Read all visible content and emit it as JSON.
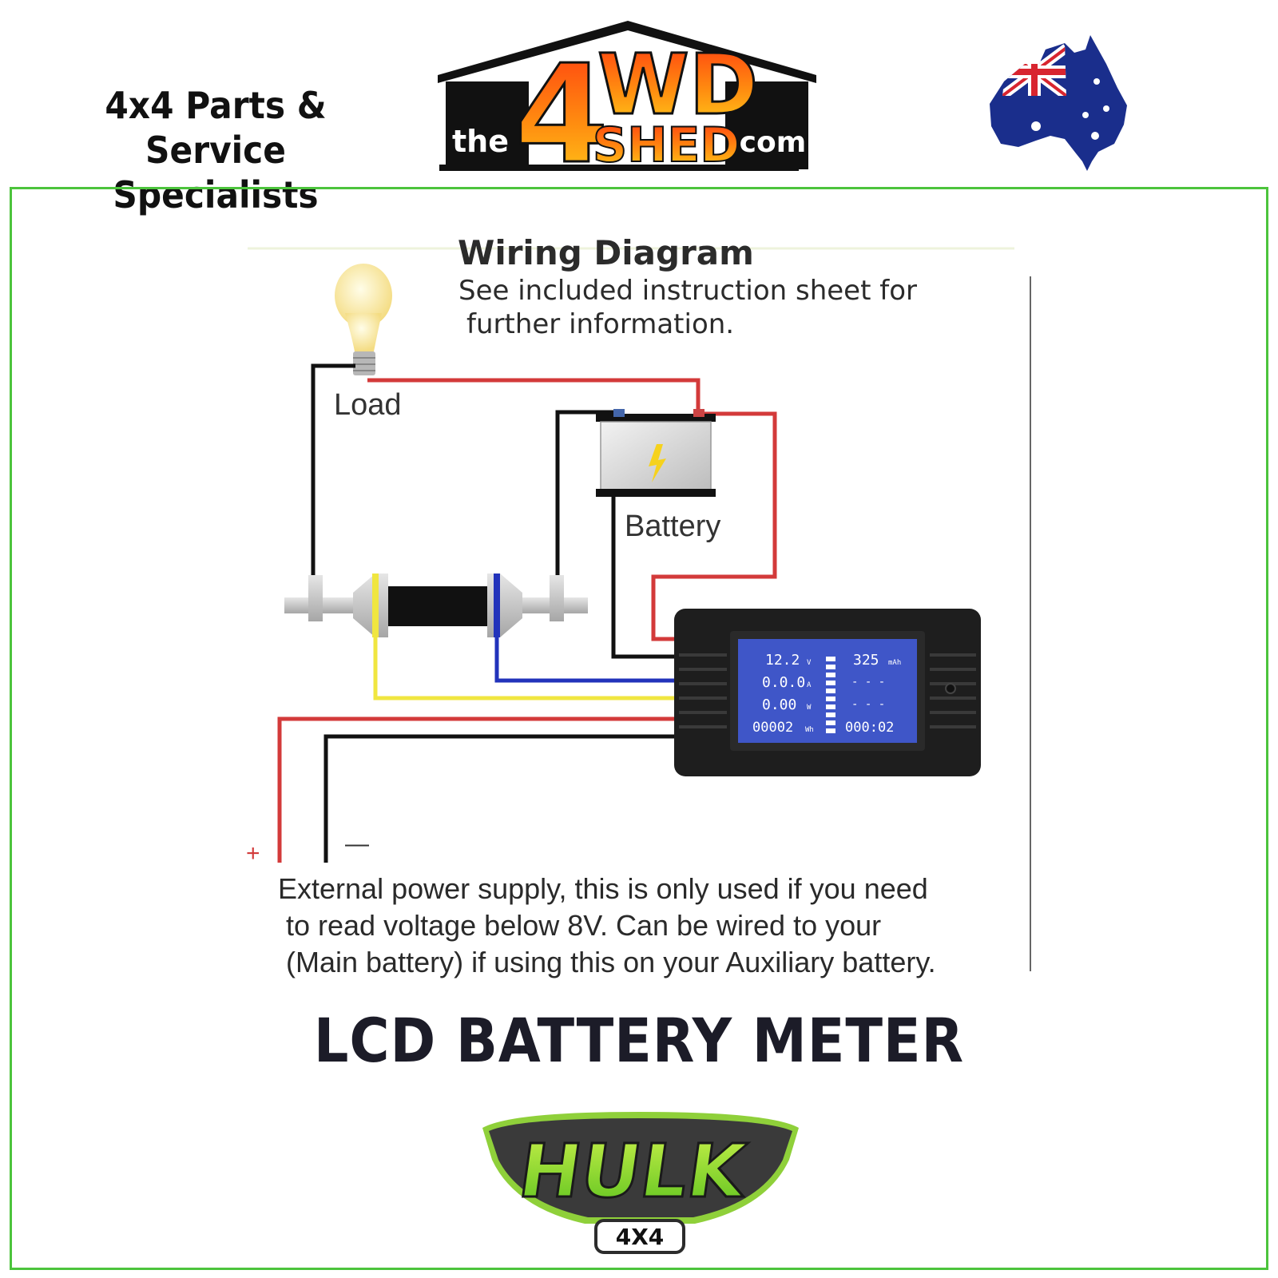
{
  "header": {
    "tagline_line1": "4x4 Parts & Service",
    "tagline_line2": "Specialists",
    "logo": {
      "the": "the",
      "four": "4",
      "wd": "WD",
      "shed": "SHED",
      "com": ".com"
    }
  },
  "diagram": {
    "title": "Wiring Diagram",
    "subtitle_line1": "See included instruction sheet for",
    "subtitle_line2": "further information.",
    "load_label": "Load",
    "battery_label": "Battery",
    "plus_label": "+",
    "minus_label": "—",
    "note_line1": "External power supply, this is only used if you need",
    "note_line2": "to read voltage below 8V. Can be wired to your",
    "note_line3": "(Main battery) if using this on your Auxiliary battery.",
    "lcd": {
      "voltage": "12.2",
      "voltage_unit": "V",
      "current": "0.0.0",
      "current_unit": "A",
      "power": "0.00",
      "power_unit": "W",
      "energy": "00002",
      "energy_unit": "Wh",
      "capacity": "325",
      "capacity_unit": "mAh",
      "dashes1": "- - -",
      "dashes2": "- - -",
      "time": "000:02"
    },
    "colors": {
      "red_wire": "#d33a3a",
      "black_wire": "#111111",
      "blue_wire": "#2233bb",
      "yellow_wire": "#f0e640",
      "lcd_screen": "#3f56c8"
    }
  },
  "product_title": "LCD BATTERY METER",
  "brand_logo": {
    "name": "HULK",
    "sub": "4X4"
  }
}
